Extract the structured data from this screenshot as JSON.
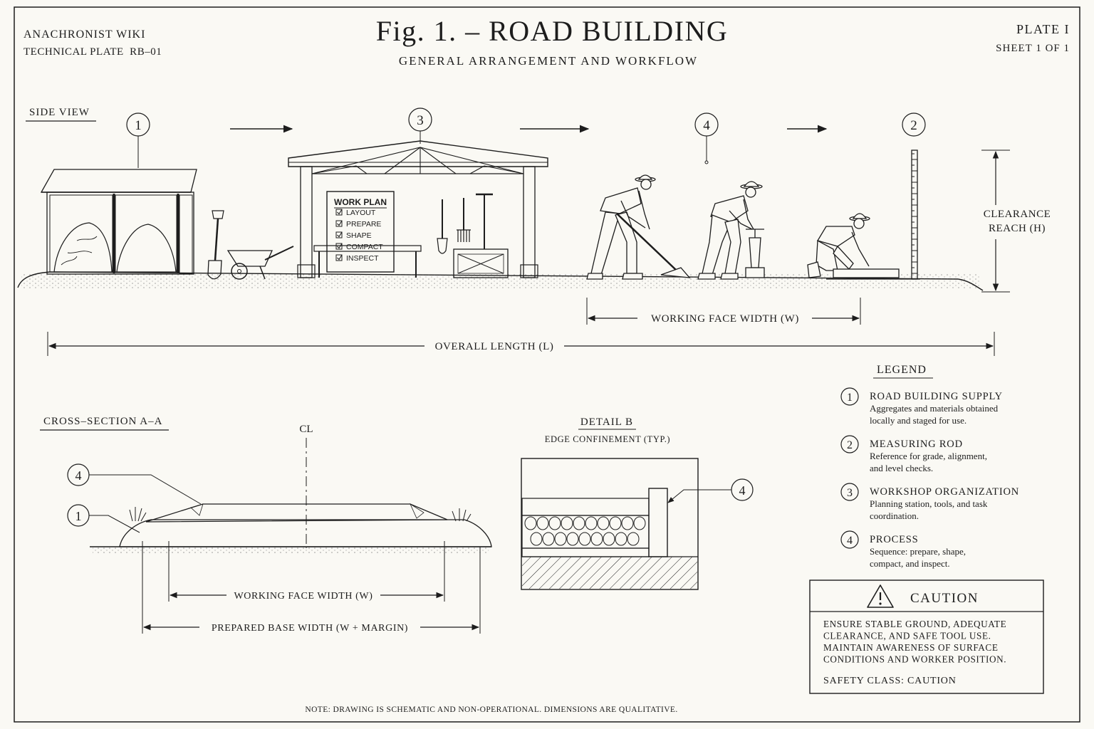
{
  "header": {
    "publisher": "ANACHRONIST WIKI",
    "plate_code": "TECHNICAL PLATE  RB–01",
    "title": "Fig. 1. – ROAD BUILDING",
    "subtitle": "GENERAL ARRANGEMENT AND WORKFLOW",
    "plate": "PLATE I",
    "sheet": "SHEET 1 OF 1"
  },
  "side_view": {
    "label": "SIDE VIEW",
    "callouts": [
      "1",
      "3",
      "4",
      "2"
    ],
    "work_plan": {
      "title": "WORK PLAN",
      "items": [
        "LAYOUT",
        "PREPARE",
        "SHAPE",
        "COMPACT",
        "INSPECT"
      ]
    },
    "clearance_label_1": "CLEARANCE",
    "clearance_label_2": "REACH (H)",
    "working_face_width": "WORKING FACE WIDTH (W)",
    "overall_length": "OVERALL LENGTH (L)"
  },
  "cross_section": {
    "label": "CROSS–SECTION A–A",
    "centerline": "CL",
    "callouts": [
      "4",
      "1"
    ],
    "working_face_width": "WORKING FACE WIDTH (W)",
    "prepared_base_width": "PREPARED BASE WIDTH (W + MARGIN)"
  },
  "detail_b": {
    "title": "DETAIL B",
    "subtitle": "EDGE CONFINEMENT (TYP.)",
    "callout": "4"
  },
  "legend": {
    "title": "LEGEND",
    "items": [
      {
        "num": "1",
        "name": "ROAD BUILDING SUPPLY",
        "line1": "Aggregates and materials obtained",
        "line2": "locally and staged for use."
      },
      {
        "num": "2",
        "name": "MEASURING ROD",
        "line1": "Reference for grade, alignment,",
        "line2": "and level checks."
      },
      {
        "num": "3",
        "name": "WORKSHOP ORGANIZATION",
        "line1": "Planning station, tools, and task",
        "line2": "coordination."
      },
      {
        "num": "4",
        "name": "PROCESS",
        "line1": "Sequence: prepare, shape,",
        "line2": "compact, and inspect."
      }
    ]
  },
  "caution": {
    "title": "CAUTION",
    "icon": "warning-triangle-icon",
    "lines": [
      "ENSURE STABLE GROUND, ADEQUATE",
      "CLEARANCE, AND SAFE TOOL USE.",
      "MAINTAIN AWARENESS OF SURFACE",
      "CONDITIONS AND WORKER POSITION."
    ],
    "safety_class": "SAFETY CLASS: CAUTION"
  },
  "note": "NOTE: DRAWING IS SCHEMATIC AND NON-OPERATIONAL. DIMENSIONS ARE QUALITATIVE.",
  "colors": {
    "ink": "#1d1d1d",
    "paper": "#faf9f4"
  }
}
